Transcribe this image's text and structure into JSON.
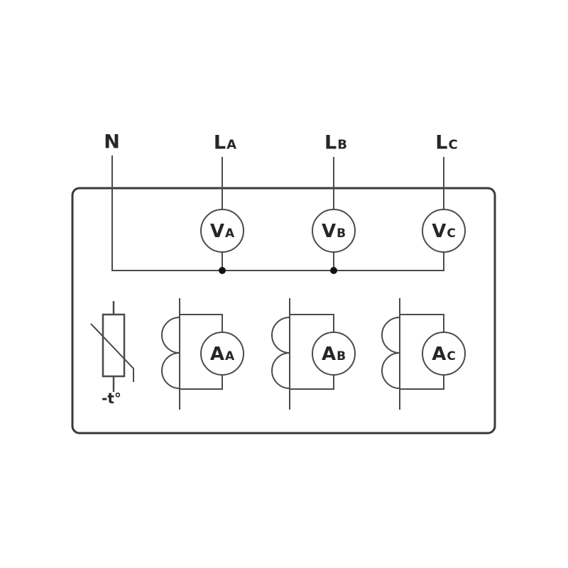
{
  "diagram": {
    "terminals": [
      {
        "id": "neutral",
        "main": "N",
        "sub": ""
      },
      {
        "id": "line-a",
        "main": "L",
        "sub": "A"
      },
      {
        "id": "line-b",
        "main": "L",
        "sub": "B"
      },
      {
        "id": "line-c",
        "main": "L",
        "sub": "C"
      }
    ],
    "voltmeters": [
      {
        "id": "voltmeter-a",
        "main": "V",
        "sub": "A"
      },
      {
        "id": "voltmeter-b",
        "main": "V",
        "sub": "B"
      },
      {
        "id": "voltmeter-c",
        "main": "V",
        "sub": "C"
      }
    ],
    "ammeters": [
      {
        "id": "ammeter-a",
        "main": "A",
        "sub": "A"
      },
      {
        "id": "ammeter-b",
        "main": "A",
        "sub": "B"
      },
      {
        "id": "ammeter-c",
        "main": "A",
        "sub": "C"
      }
    ],
    "thermistor_label": "-t°",
    "colors": {
      "wire": "#4b4b4b",
      "enclosure": "#3a3a3a",
      "text": "#262626",
      "junction": "#121212",
      "background": "#ffffff"
    }
  }
}
